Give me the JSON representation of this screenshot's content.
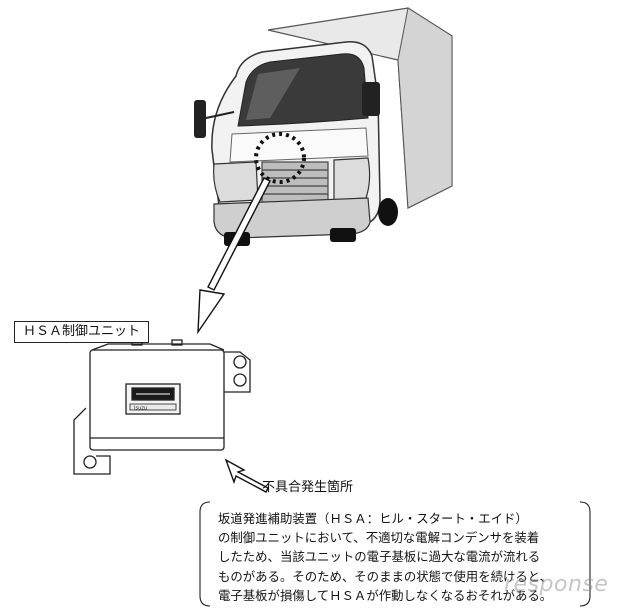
{
  "unit": {
    "title": "ＨＳＡ制御ユニット",
    "module_text": "Isuzu"
  },
  "defect": {
    "label": "不具合発生箇所"
  },
  "description": {
    "lines": [
      "坂道発進補助装置（ＨＳＡ：ヒル・スタート・エイド）",
      "の制御ユニットにおいて、不適切な電解コンデンサを装着",
      "したため、当該ユニットの電子基板に過大な電流が流れる",
      "ものがある。そのため、そのままの状態で使用を続けると、",
      "電子基板が損傷してＨＳＡが作動しなくなるおそれがある。"
    ]
  },
  "watermark": {
    "text": "response"
  }
}
